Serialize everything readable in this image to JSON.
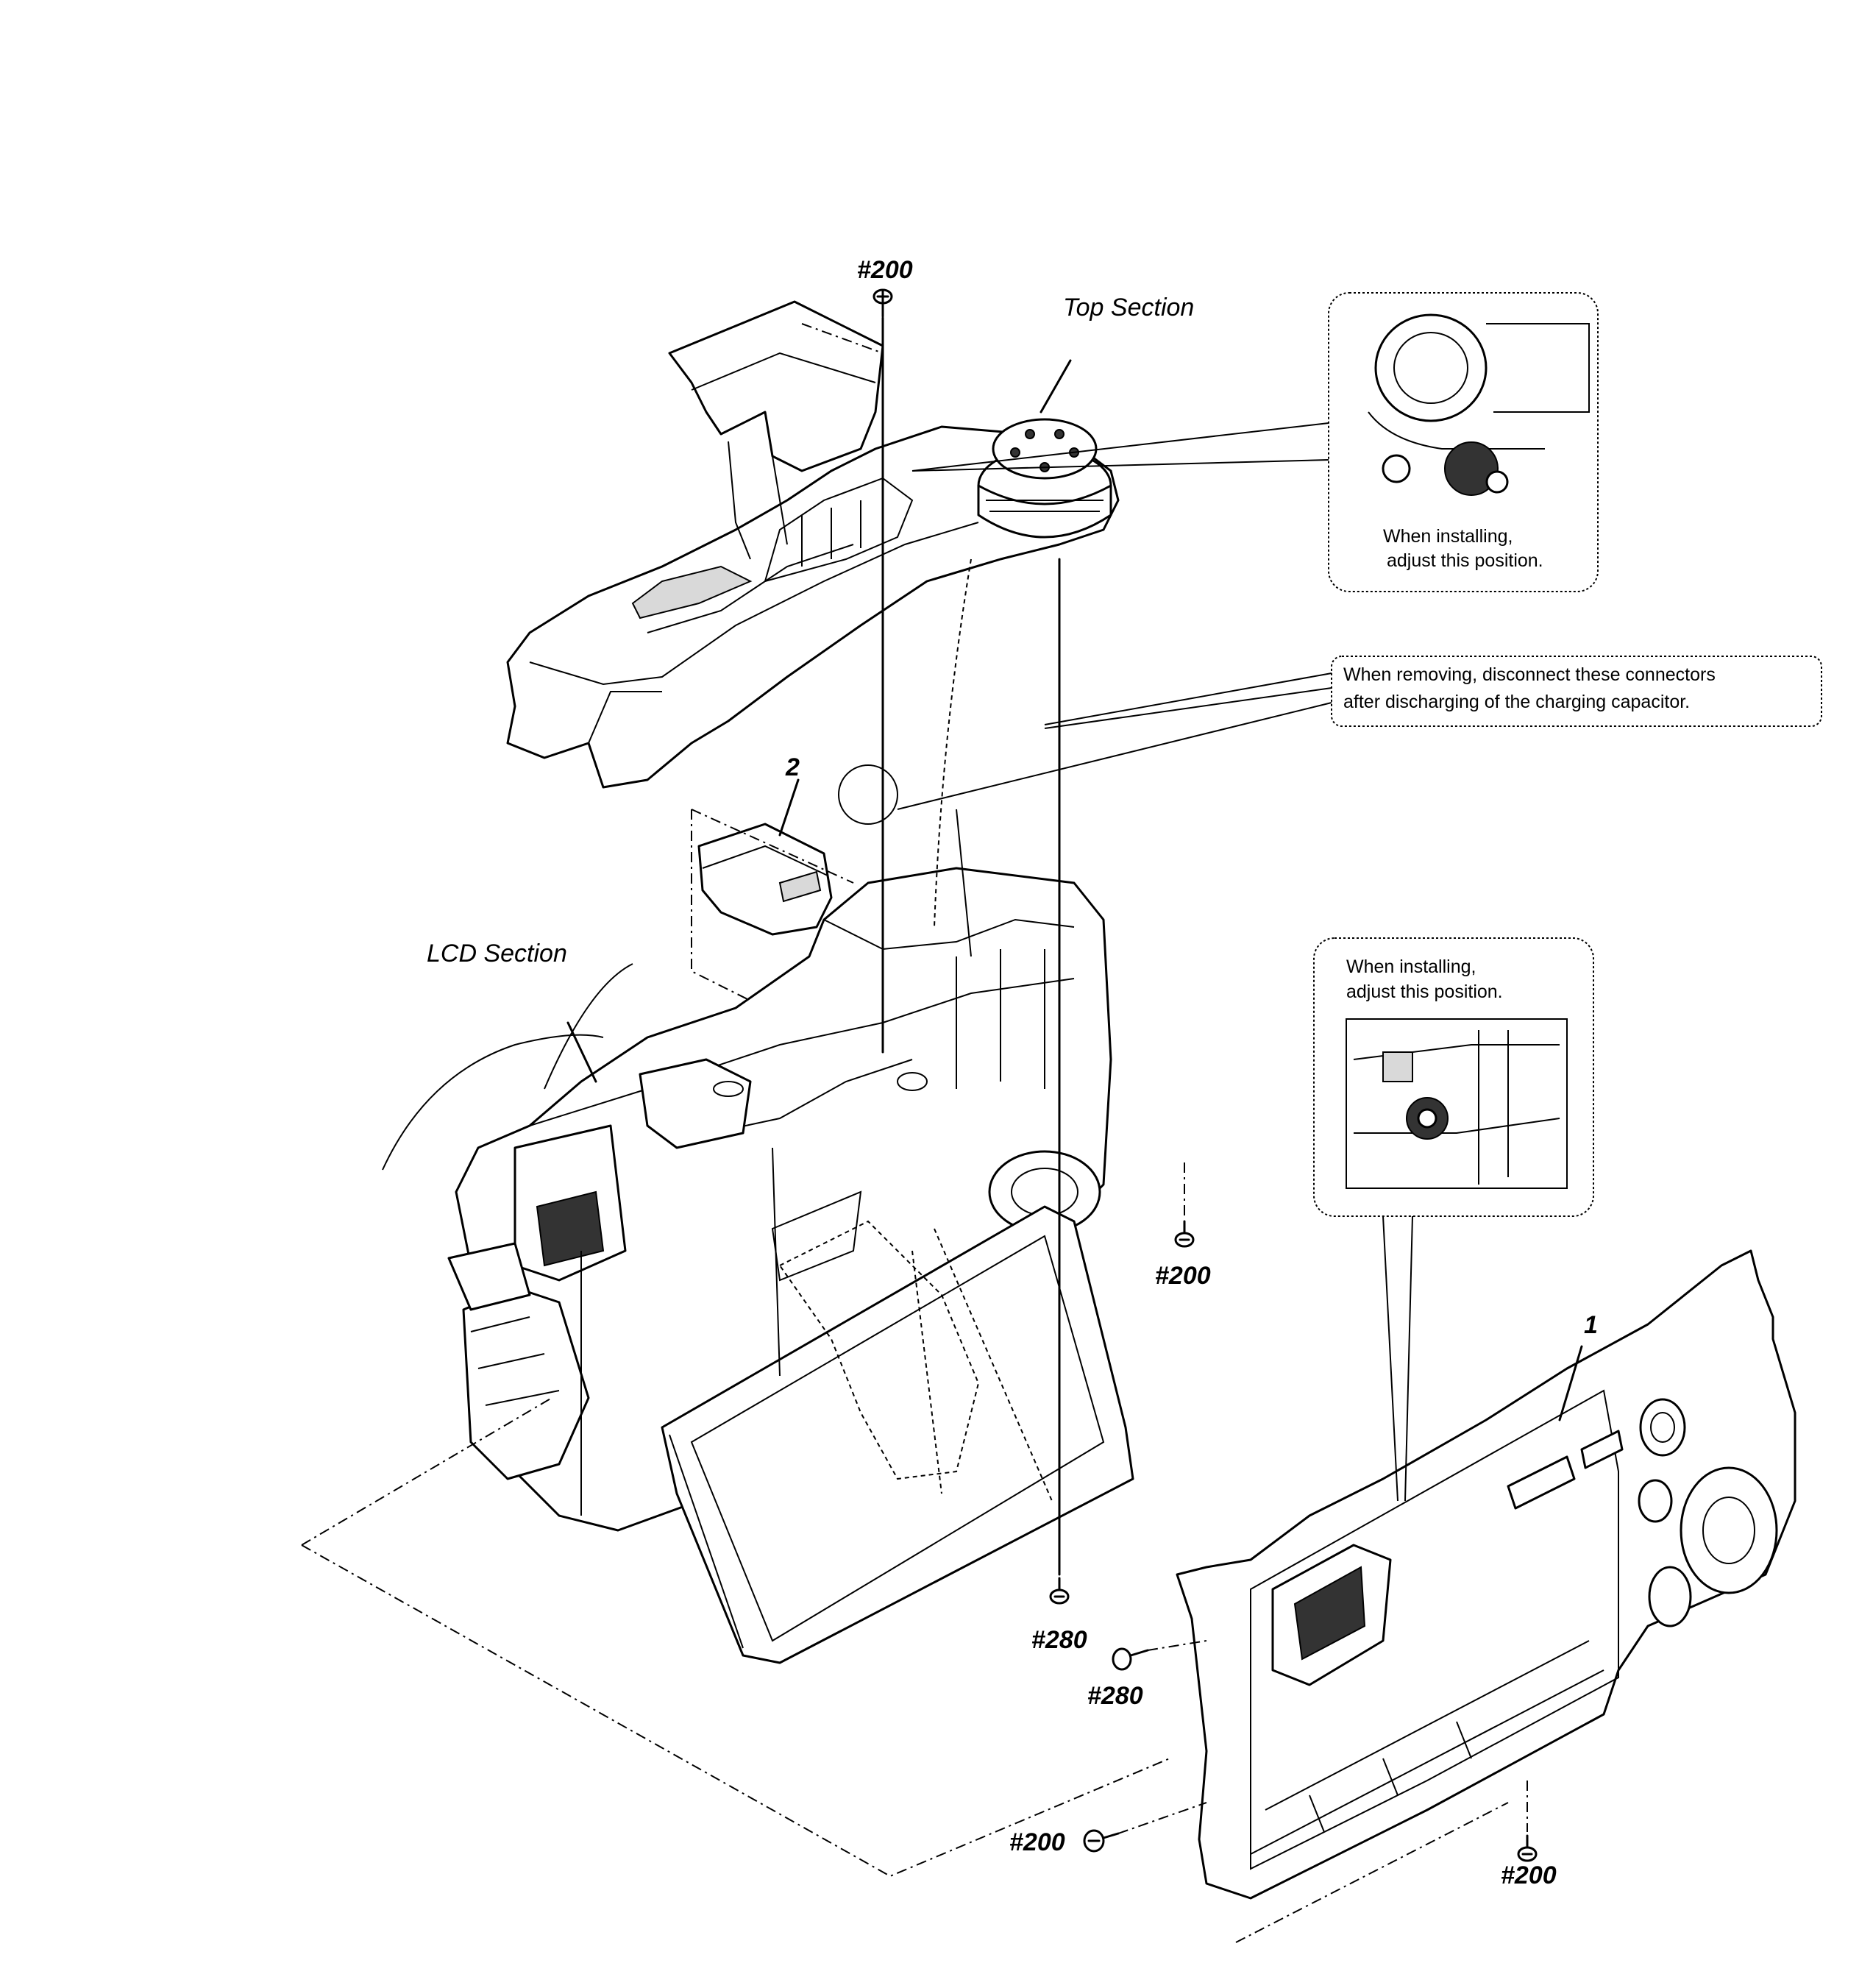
{
  "labels": {
    "screw_top": "#200",
    "top_section": "Top Section",
    "lcd_section": "LCD Section",
    "part_2": "2",
    "part_1": "1",
    "screw_right_mid": "#200",
    "screw_280_a": "#280",
    "screw_280_b": "#280",
    "screw_200_bl": "#200",
    "screw_200_br": "#200"
  },
  "notes": {
    "install_top": [
      "When installing,",
      "adjust this position."
    ],
    "connectors": [
      "When removing, disconnect these connectors",
      "after discharging of the charging capacitor."
    ],
    "install_right": [
      "When installing,",
      "adjust this position."
    ]
  }
}
